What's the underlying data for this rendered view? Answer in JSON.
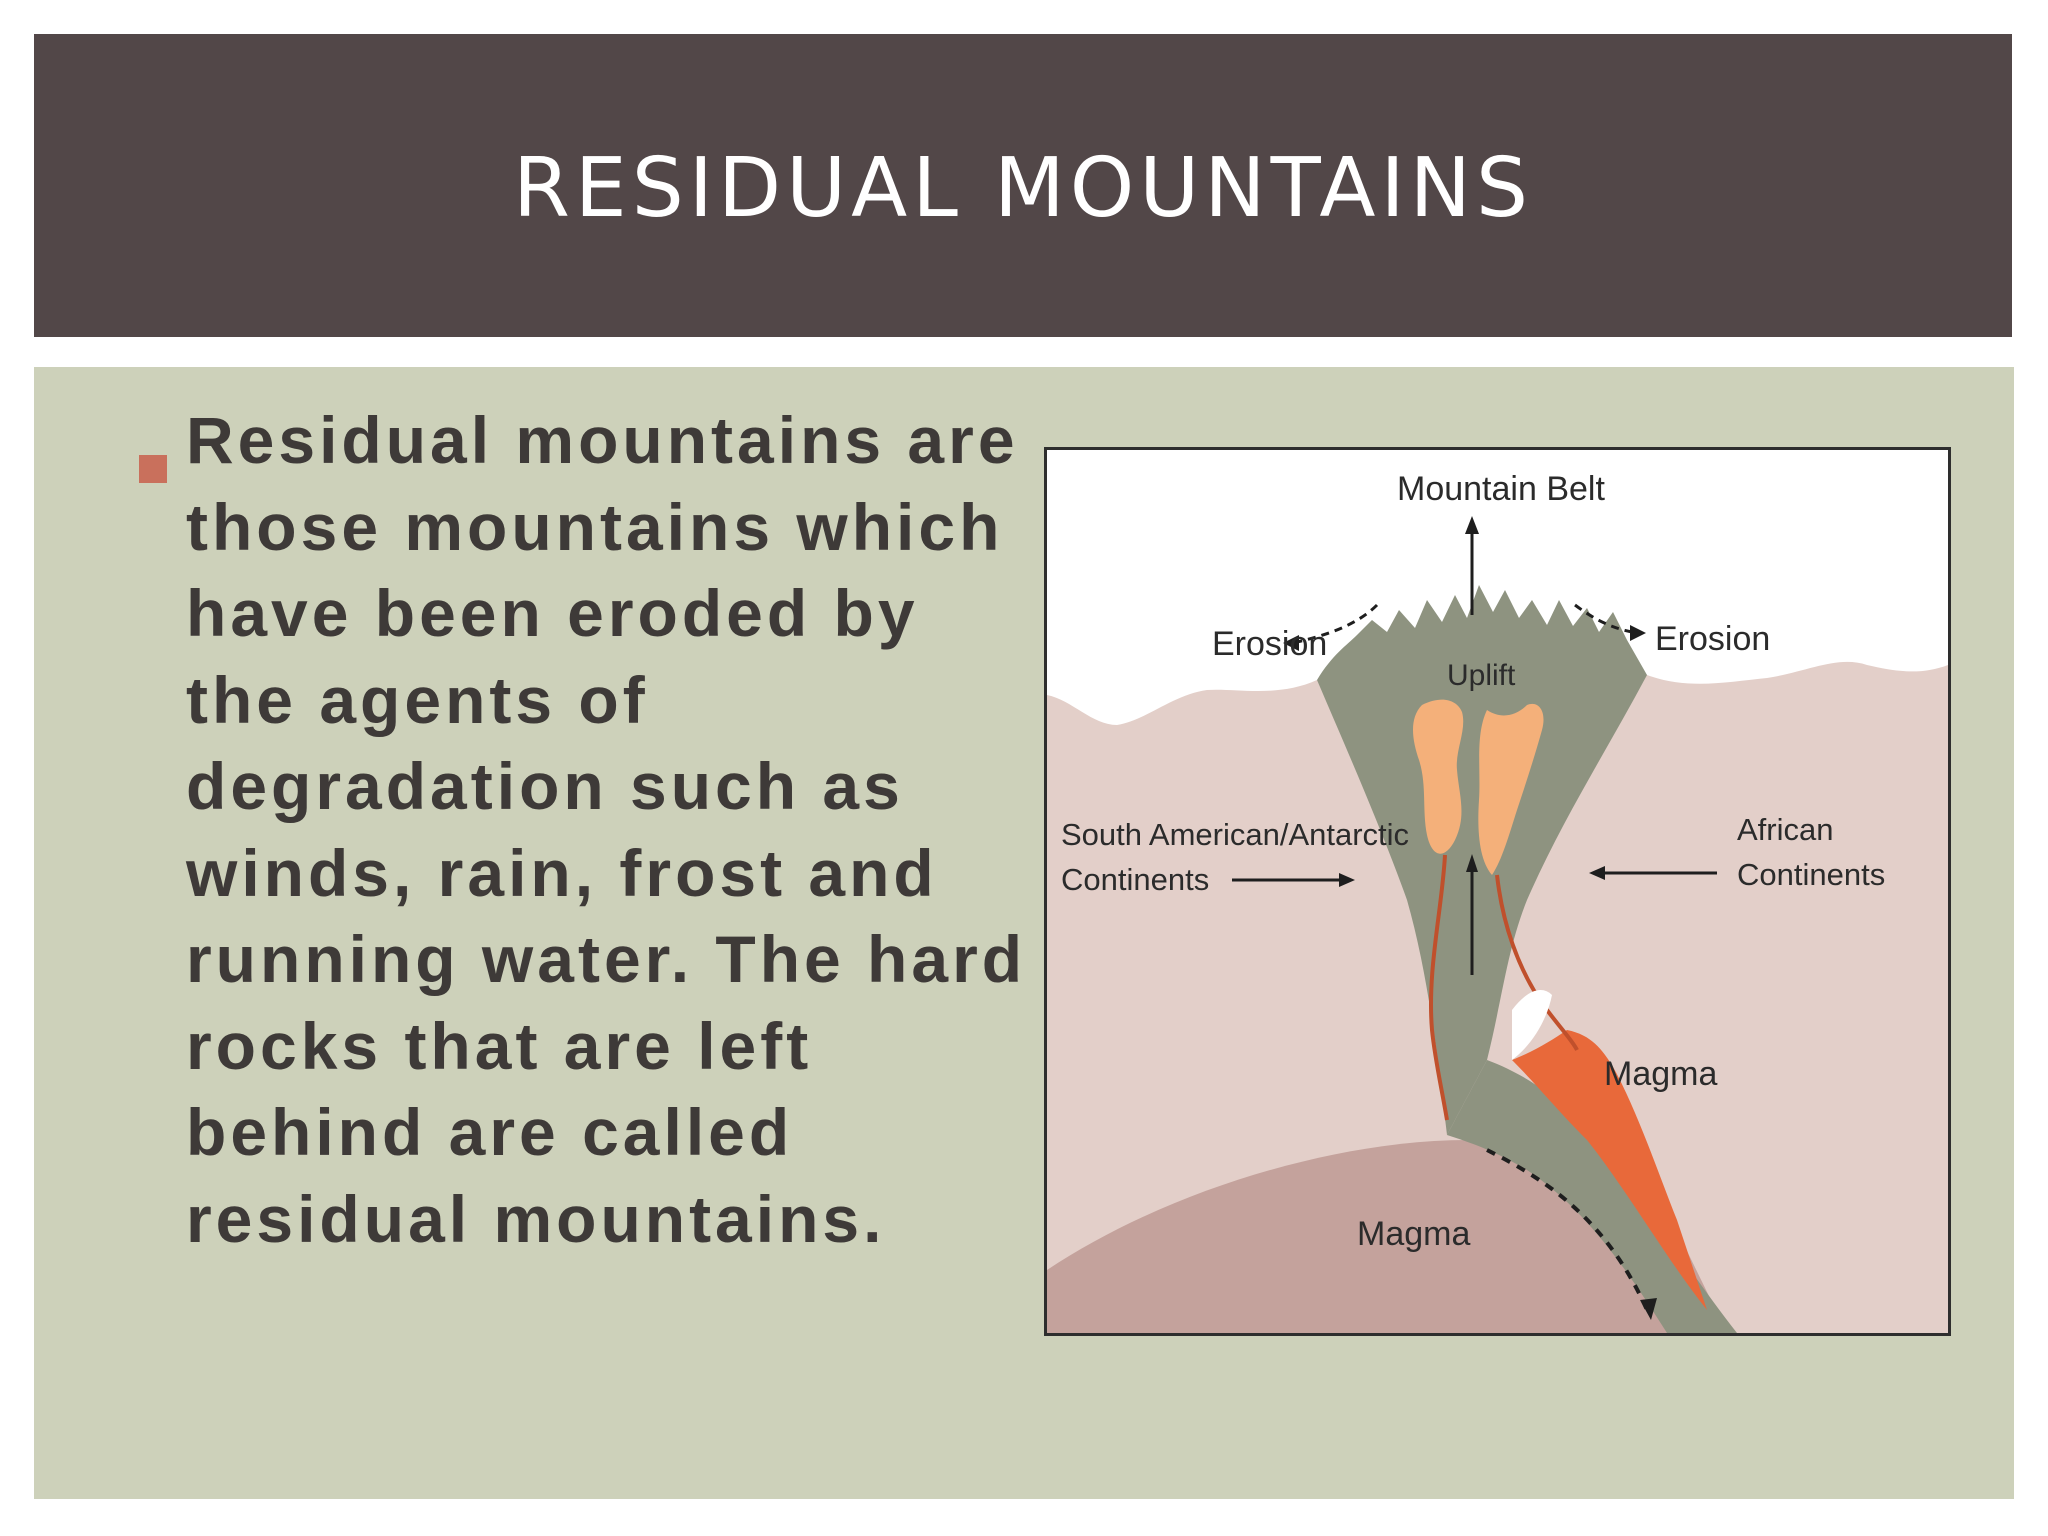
{
  "slide": {
    "title": "RESIDUAL MOUNTAINS",
    "bullet": "Residual mountains are those mountains which have been eroded by the agents of degradation such as winds, rain, frost and running water. The hard rocks that are left behind are called residual mountains."
  },
  "diagram": {
    "labels": {
      "mountain_belt": "Mountain Belt",
      "erosion_left": "Erosion",
      "erosion_right": "Erosion",
      "uplift": "Uplift",
      "south_american_line1": "South American/Antarctic",
      "south_american_line2": "Continents",
      "african_line1": "African",
      "african_line2": "Continents",
      "magma_upper": "Magma",
      "magma_lower": "Magma"
    },
    "colors": {
      "header_bg": "#524748",
      "content_bg": "#cdd1ba",
      "bullet": "#c9705c",
      "crust": "#e3cfc9",
      "belt": "#8e9380",
      "magma_bright": "#e8693a",
      "magma_pale": "#f4b07a",
      "mantle": "#c4a29c"
    }
  }
}
